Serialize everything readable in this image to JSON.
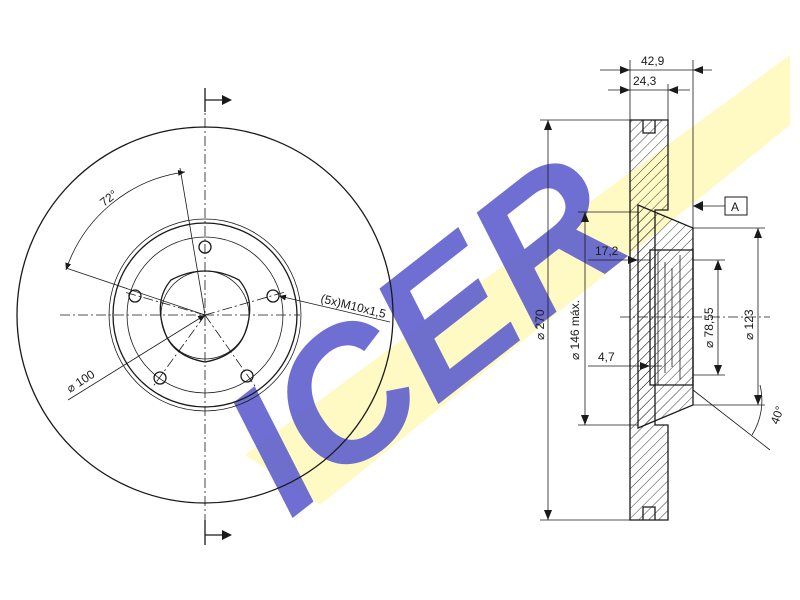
{
  "brand": {
    "logo_text": "ICER",
    "logo_color": "#5f5fcf",
    "band_color": "#fff9c4"
  },
  "front_view": {
    "angle_label": "72°",
    "bolt_pattern_label": "(5x)M10x1,5",
    "pcd_label": "⌀ 100"
  },
  "section_view": {
    "overall_width": "42,9",
    "disc_thickness": "24,3",
    "datum_label": "A",
    "hub_depth": "17,2",
    "min_thickness": "4,7",
    "outer_diameter": "⌀ 270",
    "hat_diameter": "⌀ 146 máx.",
    "bore_diameter": "⌀ 78,55",
    "hub_diameter": "⌀ 123",
    "chamfer_angle": "40°"
  }
}
